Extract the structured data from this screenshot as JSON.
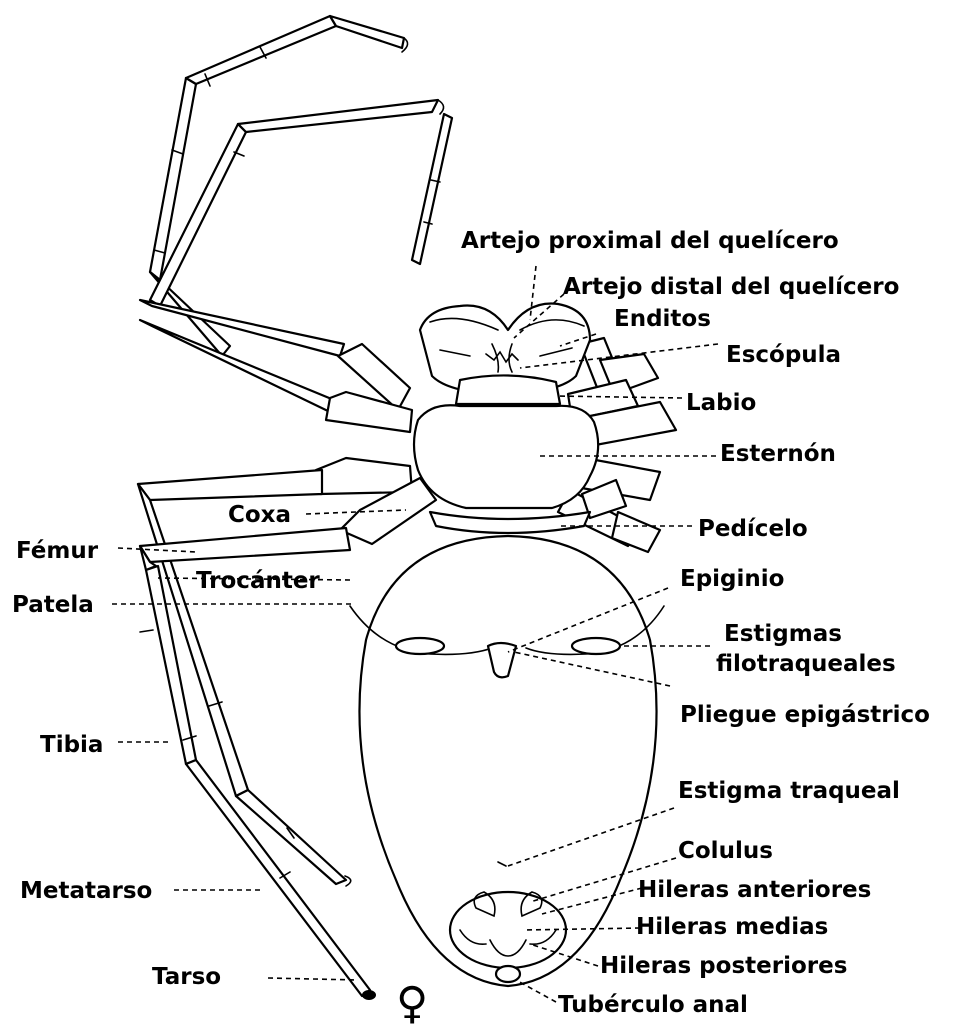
{
  "labels": {
    "artejo_proximal": "Artejo proximal del quelícero",
    "artejo_distal": "Artejo distal del quelícero",
    "enditos": "Enditos",
    "escopula": "Escópula",
    "labio": "Labio",
    "esternon": "Esternón",
    "coxa": "Coxa",
    "pedicelo": "Pedícelo",
    "femur": "Fémur",
    "trocanter": "Trocánter",
    "patela": "Patela",
    "epiginio": "Epiginio",
    "estigmas_1": "Estigmas",
    "estigmas_2": "filotraqueales",
    "pliegue": "Pliegue epigástrico",
    "tibia": "Tibia",
    "estigma_traqueal": "Estigma traqueal",
    "colulus": "Colulus",
    "hileras_anteriores": "Hileras anteriores",
    "hileras_medias": "Hileras medias",
    "metatarso": "Metatarso",
    "hileras_posteriores": "Hileras posteriores",
    "tarso": "Tarso",
    "tuberculo_anal": "Tubérculo anal"
  },
  "symbols": {
    "female": "♀"
  },
  "colors": {
    "ink": "#000000",
    "paper": "#ffffff"
  }
}
